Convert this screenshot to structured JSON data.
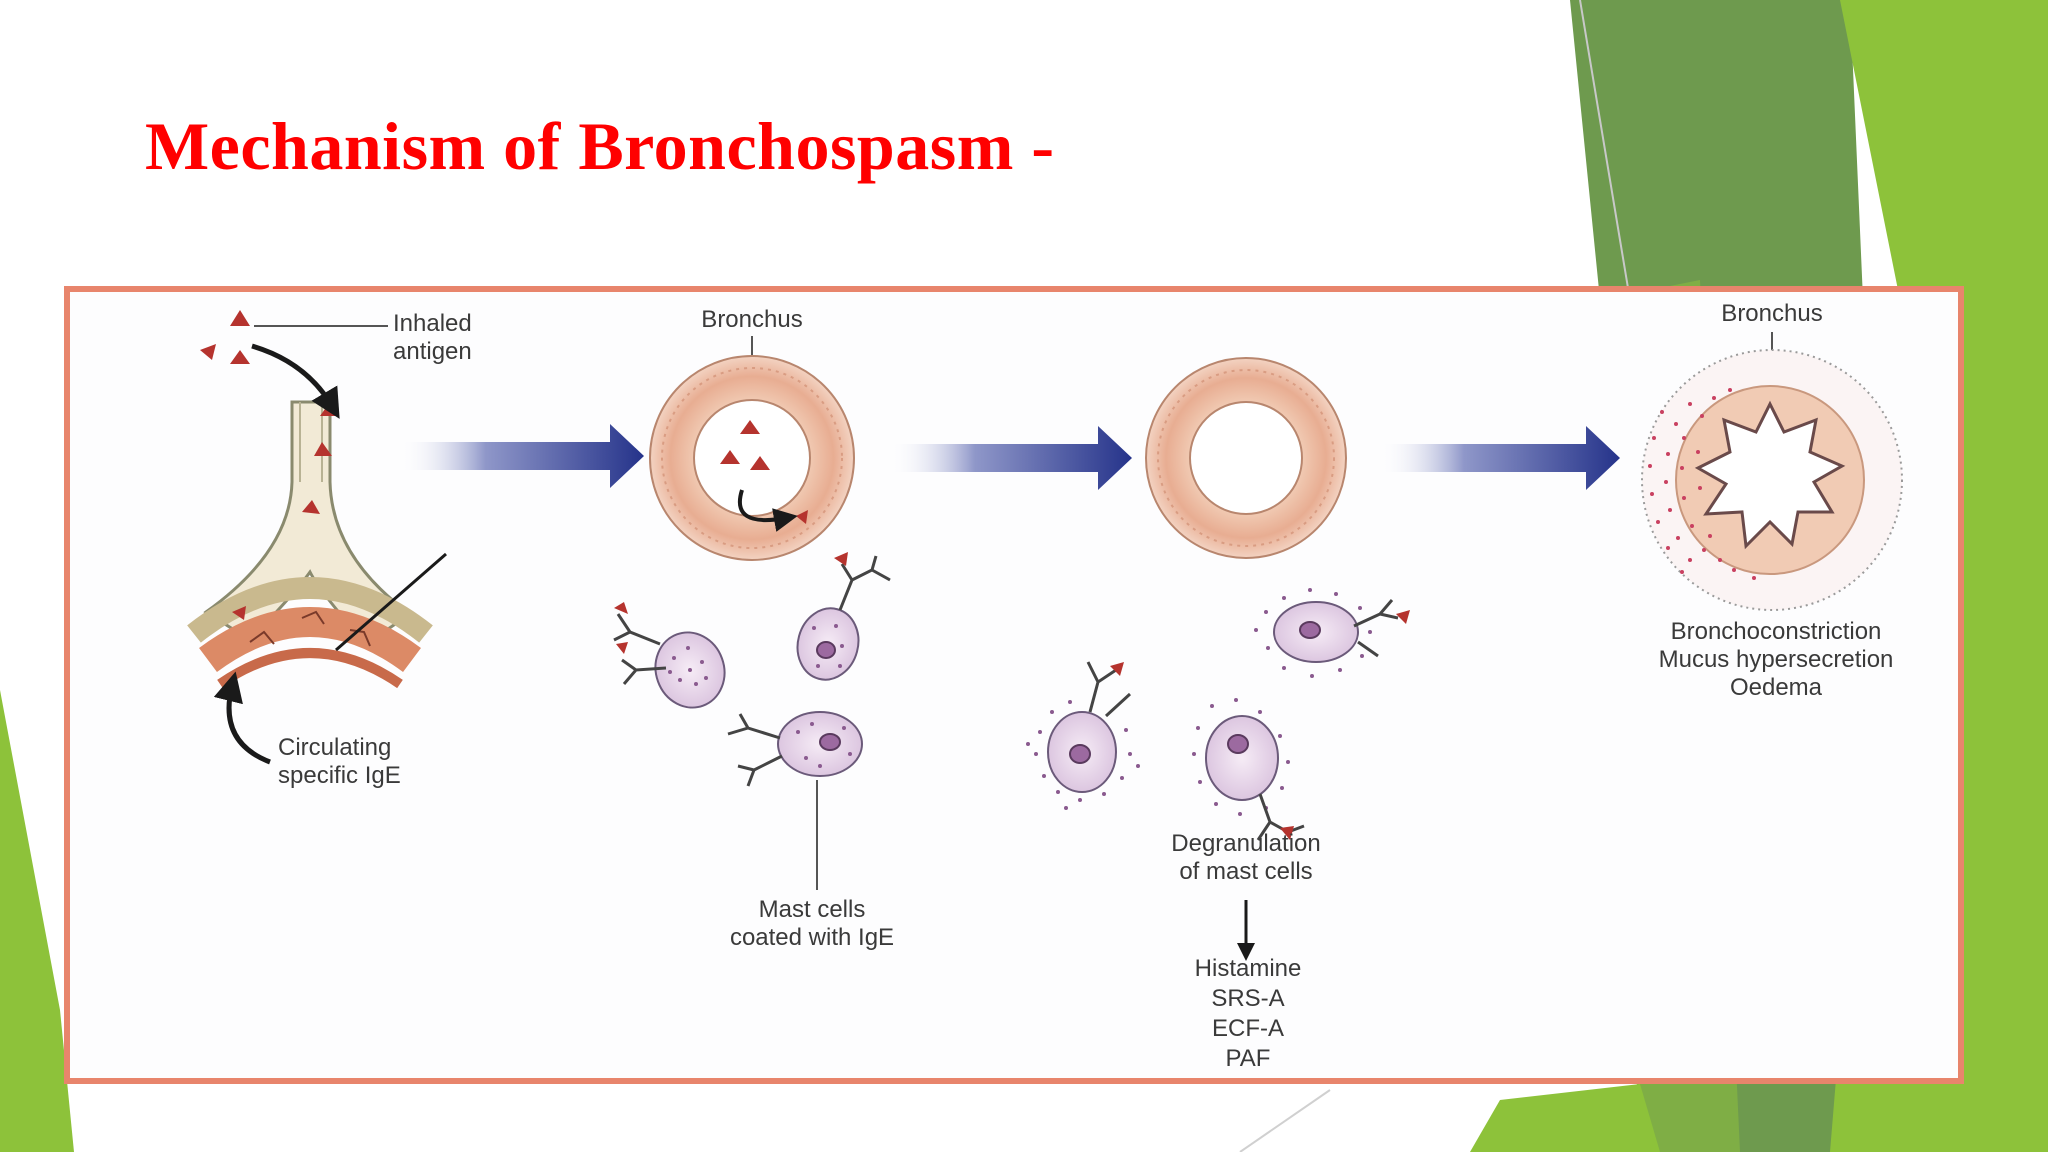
{
  "slide": {
    "title": "Mechanism of Bronchospasm -",
    "title_color": "#ff0000",
    "accent_green_dark": "#6e9a4e",
    "accent_green_light": "#8dc23a",
    "frame_border_color": "#e8856c"
  },
  "diagram": {
    "inhaled_antigen": [
      "Inhaled",
      "antigen"
    ],
    "circulating_ige": [
      "Circulating",
      "specific IgE"
    ],
    "bronchus_stage2": "Bronchus",
    "mast_cells_coated": [
      "Mast cells",
      "coated with IgE"
    ],
    "degranulation": [
      "Degranulation",
      "of mast cells"
    ],
    "mediators": [
      "Histamine",
      "SRS-A",
      "ECF-A",
      "PAF"
    ],
    "bronchus_stage4": "Bronchus",
    "effects": [
      "Bronchoconstriction",
      "Mucus hypersecretion",
      "Oedema"
    ]
  }
}
